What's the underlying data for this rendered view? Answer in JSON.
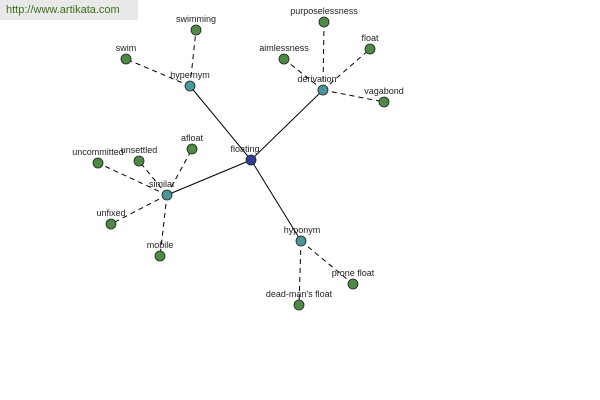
{
  "watermark": {
    "text": "http://www.artikata.com"
  },
  "colors": {
    "center": "#2e3f93",
    "relation": "#4a9599",
    "leaf": "#4e8a46",
    "stroke": "#202020"
  },
  "graph": {
    "center": {
      "id": "floating",
      "label": "floating"
    },
    "relations": [
      {
        "id": "hypernym",
        "label": "hypernym",
        "leaves": [
          {
            "id": "swimming",
            "label": "swimming"
          },
          {
            "id": "swim",
            "label": "swim"
          }
        ]
      },
      {
        "id": "derivation",
        "label": "derivation",
        "leaves": [
          {
            "id": "purposelessness",
            "label": "purposelessness"
          },
          {
            "id": "aimlessness",
            "label": "aimlessness"
          },
          {
            "id": "float",
            "label": "float"
          },
          {
            "id": "vagabond",
            "label": "vagabond"
          }
        ]
      },
      {
        "id": "similar",
        "label": "similar",
        "leaves": [
          {
            "id": "uncommitted",
            "label": "uncommitted"
          },
          {
            "id": "unsettled",
            "label": "unsettled"
          },
          {
            "id": "afloat",
            "label": "afloat"
          },
          {
            "id": "unfixed",
            "label": "unfixed"
          },
          {
            "id": "mobile",
            "label": "mobile"
          }
        ]
      },
      {
        "id": "hyponym",
        "label": "hyponym",
        "leaves": [
          {
            "id": "prone-float",
            "label": "prone float"
          },
          {
            "id": "dead-mans-float",
            "label": "dead-man's float"
          }
        ]
      }
    ]
  }
}
